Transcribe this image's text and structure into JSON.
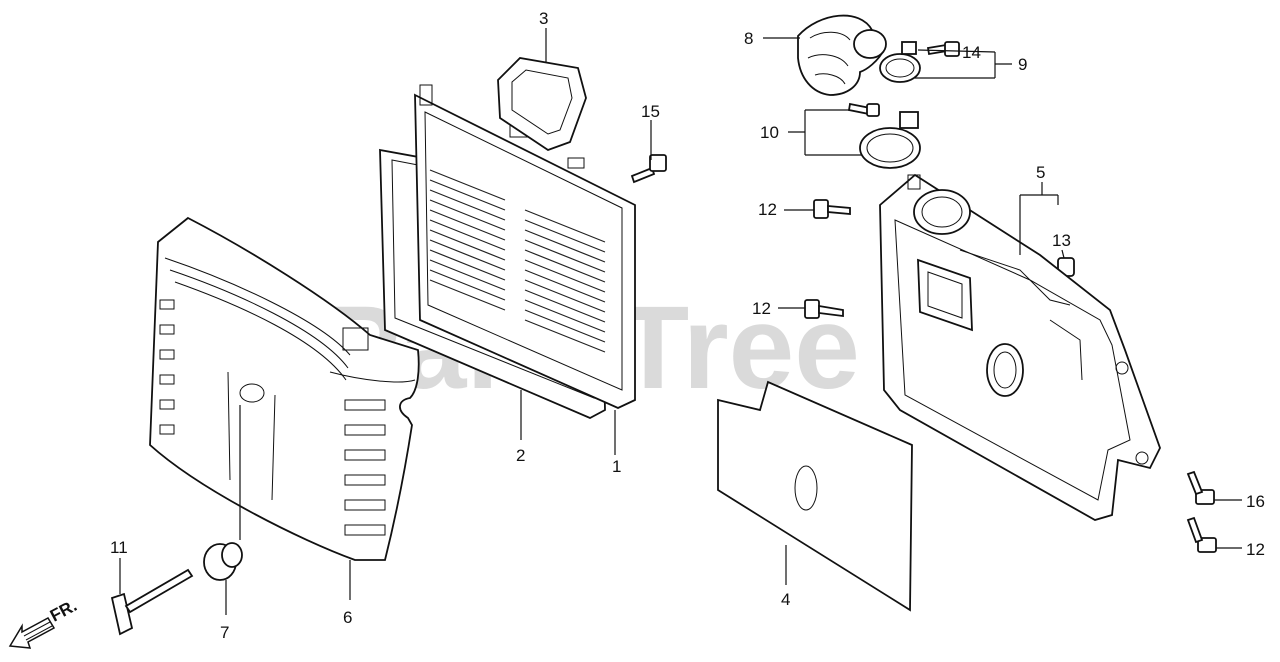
{
  "watermark": "PartsTree",
  "direction_marker": "FR.",
  "callouts": {
    "c1": "1",
    "c2": "2",
    "c3": "3",
    "c4": "4",
    "c5": "5",
    "c6": "6",
    "c7": "7",
    "c8": "8",
    "c9": "9",
    "c10": "10",
    "c11": "11",
    "c12a": "12",
    "c12b": "12",
    "c12c": "12",
    "c13": "13",
    "c14": "14",
    "c15": "15",
    "c16": "16"
  }
}
